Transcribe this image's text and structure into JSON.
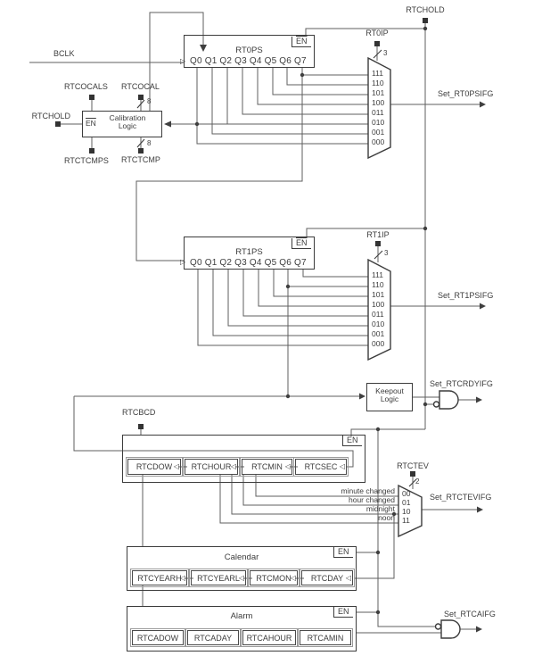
{
  "top_signals": {
    "rtchold": "RTCHOLD",
    "bclk": "BCLK"
  },
  "calibration": {
    "en": "EN",
    "title1": "Calibration",
    "title2": "Logic",
    "pin_rtchold": "RTCHOLD",
    "pin_rtcocals": "RTCOCALS",
    "pin_rtcocal": "RTCOCAL",
    "pin_rtctcmps": "RTCTCMPS",
    "pin_rtctcmp": "RTCTCMP",
    "bus_width_top": "8",
    "bus_width_bottom": "8"
  },
  "rt0ps": {
    "title": "RT0PS",
    "en": "EN",
    "q_labels": "Q0 Q1 Q2 Q3 Q4 Q5 Q6 Q7"
  },
  "rt1ps": {
    "title": "RT1PS",
    "en": "EN",
    "q_labels": "Q0 Q1 Q2 Q3 Q4 Q5 Q6 Q7"
  },
  "mux_rt0": {
    "select": "RT0IP",
    "bus_width": "3",
    "inputs": [
      "111",
      "110",
      "101",
      "100",
      "011",
      "010",
      "001",
      "000"
    ],
    "output": "Set_RT0PSIFG"
  },
  "mux_rt1": {
    "select": "RT1IP",
    "bus_width": "3",
    "inputs": [
      "111",
      "110",
      "101",
      "100",
      "011",
      "010",
      "001",
      "000"
    ],
    "output": "Set_RT1PSIFG"
  },
  "keepout": {
    "title1": "Keepout",
    "title2": "Logic",
    "output": "Set_RTCRDYIFG"
  },
  "rtcbcd": {
    "pin": "RTCBCD",
    "en": "EN",
    "registers": [
      "RTCDOW",
      "RTCHOUR",
      "RTCMIN",
      "RTCSEC"
    ]
  },
  "events": [
    "minute changed",
    "hour changed",
    "midnight",
    "noon"
  ],
  "mux_tev": {
    "select": "RTCTEV",
    "bus_width": "2",
    "inputs": [
      "00",
      "01",
      "10",
      "11"
    ],
    "output": "Set_RTCTEVIFG"
  },
  "calendar": {
    "title": "Calendar",
    "en": "EN",
    "registers": [
      "RTCYEARH",
      "RTCYEARL",
      "RTCMON",
      "RTCDAY"
    ]
  },
  "alarm": {
    "title": "Alarm",
    "en": "EN",
    "registers": [
      "RTCADOW",
      "RTCADAY",
      "RTCAHOUR",
      "RTCAMIN"
    ],
    "output": "Set_RTCAIFG"
  },
  "icons": {
    "clock_input_left": "◁",
    "clock_input_right": "▷"
  },
  "colors": {
    "wire": "#5f5f5f",
    "shape": "#3c3c3c",
    "text": "#3d3d3d"
  }
}
